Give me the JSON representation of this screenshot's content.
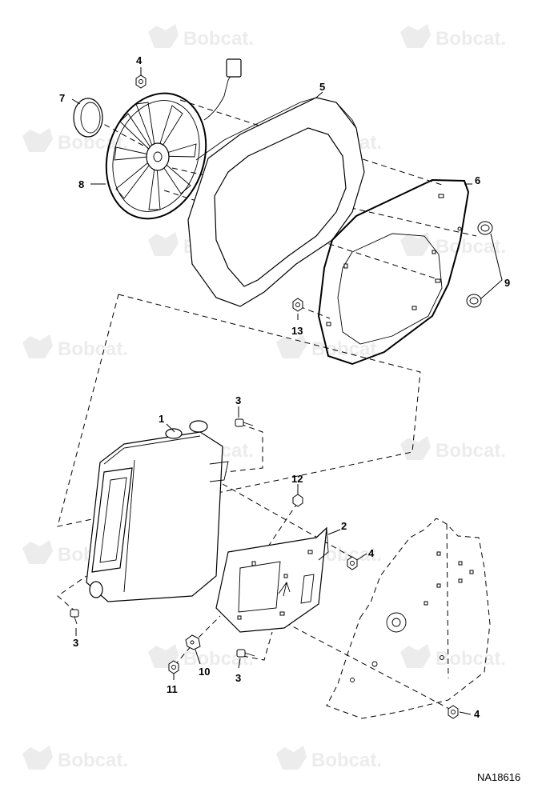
{
  "watermark": {
    "brand": "Bobcat."
  },
  "callouts": {
    "c1": "1",
    "c2": "2",
    "c3a": "3",
    "c3b": "3",
    "c3c": "3",
    "c4a": "4",
    "c4b": "4",
    "c4c": "4",
    "c5": "5",
    "c6": "6",
    "c7": "7",
    "c8": "8",
    "c9": "9",
    "c10": "10",
    "c11": "11",
    "c12": "12",
    "c13": "13"
  },
  "document_id": "NA18616"
}
